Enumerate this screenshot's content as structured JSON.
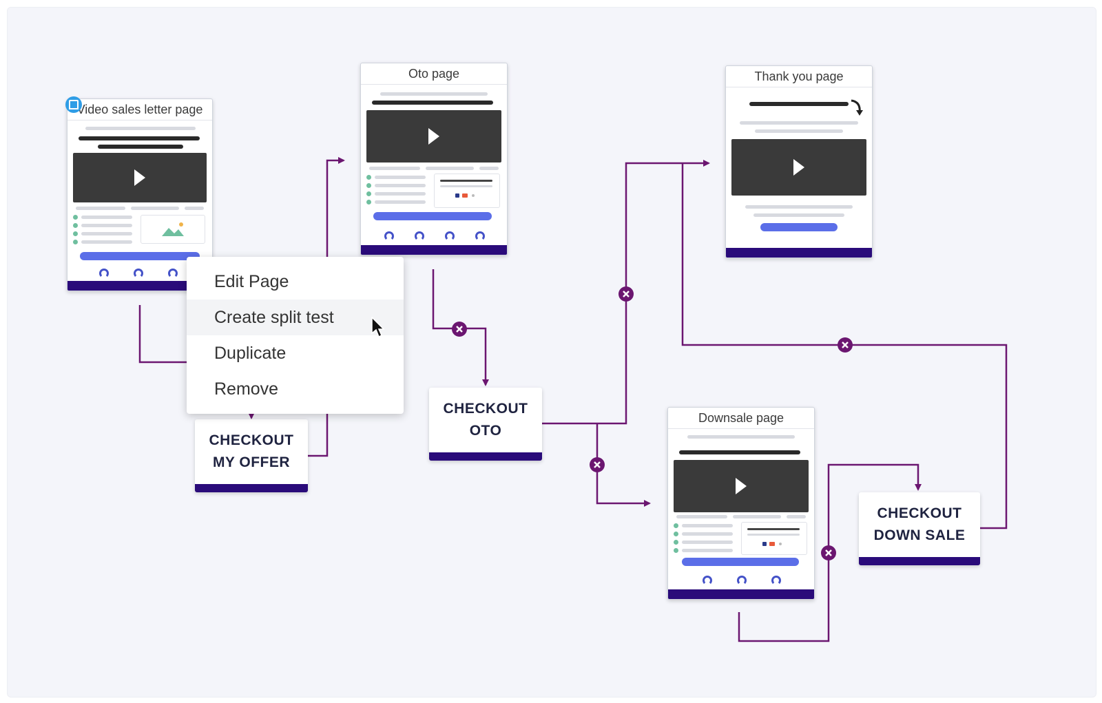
{
  "pages": [
    {
      "id": "vsl",
      "title": "Video sales letter page"
    },
    {
      "id": "oto",
      "title": "Oto page"
    },
    {
      "id": "thankyou",
      "title": "Thank you page"
    },
    {
      "id": "downsale",
      "title": "Downsale page"
    }
  ],
  "checkouts": [
    {
      "id": "my-offer",
      "line1": "CHECKOUT",
      "line2": "MY OFFER"
    },
    {
      "id": "oto",
      "line1": "CHECKOUT",
      "line2": "OTO"
    },
    {
      "id": "down-sale",
      "line1": "CHECKOUT",
      "line2": "DOWN SALE"
    }
  ],
  "context_menu": {
    "items": [
      {
        "label": "Edit Page"
      },
      {
        "label": "Create split test"
      },
      {
        "label": "Duplicate"
      },
      {
        "label": "Remove"
      }
    ],
    "hovered_index": 1
  },
  "icons": {
    "start": "home-icon",
    "reject": "close-circle-icon",
    "arrow": "arrowhead-icon",
    "play": "play-icon",
    "cursor": "mouse-pointer-icon"
  },
  "colors": {
    "connector": "#6b1670",
    "footer": "#2a0b7a",
    "cta": "#5b6ee8",
    "start_badge": "#2f9de6",
    "canvas": "#f4f5fa"
  }
}
